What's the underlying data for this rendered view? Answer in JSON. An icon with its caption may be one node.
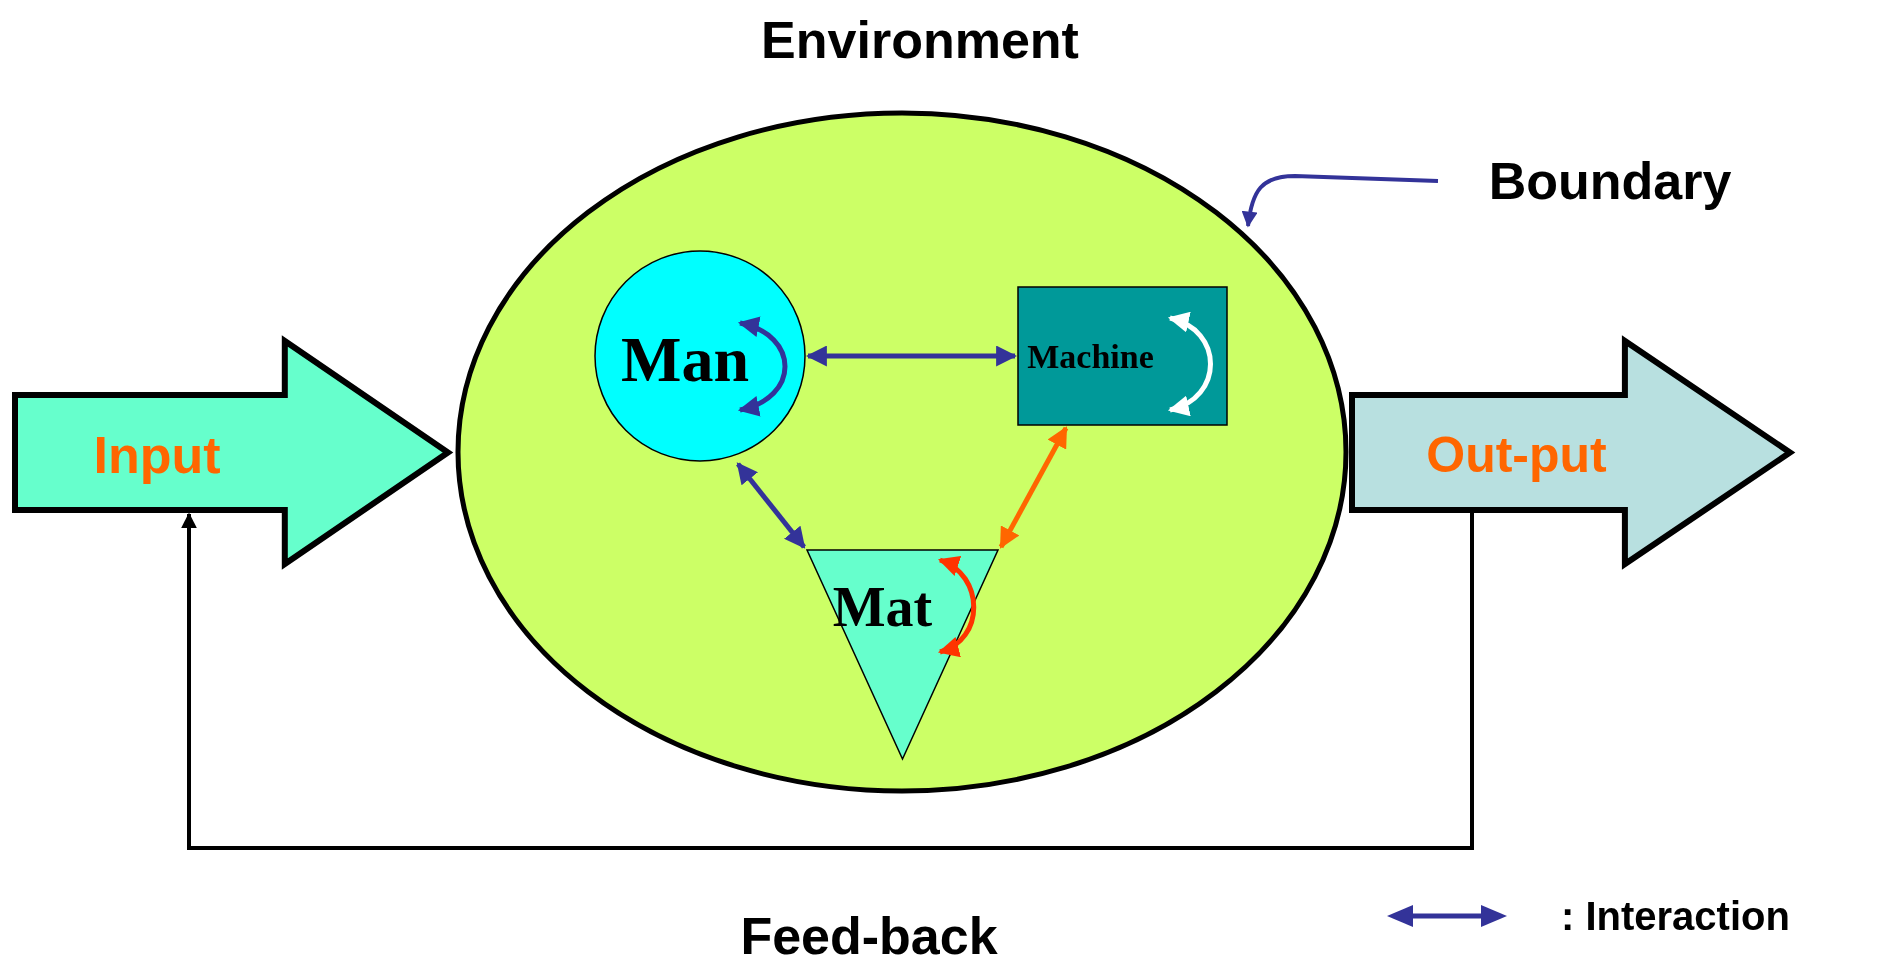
{
  "diagram": {
    "title": "Environment",
    "nodes": [
      {
        "text": [
          "Input"
        ]
      },
      {
        "text": [],
        "shape": "ellipse"
      },
      {
        "text": [
          "Man"
        ],
        "in": 1
      },
      {
        "text": [
          "Machine"
        ],
        "in": 1
      },
      {
        "text": [
          "Mat"
        ],
        "in": 1
      },
      {
        "text": [
          "Out-put"
        ]
      },
      {
        "text": [
          "Boundary"
        ]
      }
    ],
    "edges": [
      {
        "from": 2,
        "to": 3,
        "arrow": "both"
      },
      {
        "from": 2,
        "to": 4,
        "arrow": "both"
      },
      {
        "from": 3,
        "to": 4,
        "arrow": "both",
        "color": "#ff6600"
      },
      {
        "from": 2,
        "to": 2,
        "arrow": "both"
      },
      {
        "from": 3,
        "to": 3,
        "arrow": "both",
        "color": "#ffffff"
      },
      {
        "from": 4,
        "to": 4,
        "arrow": "both",
        "color": "#ff3300"
      },
      {
        "from": 6,
        "to": 1,
        "arrow": "to"
      },
      {
        "from": 5,
        "to": 0,
        "arrow": "to",
        "label": "Feed-back",
        "color": "#000000"
      }
    ],
    "legend": [
      {
        "text": ": Interaction"
      }
    ]
  }
}
